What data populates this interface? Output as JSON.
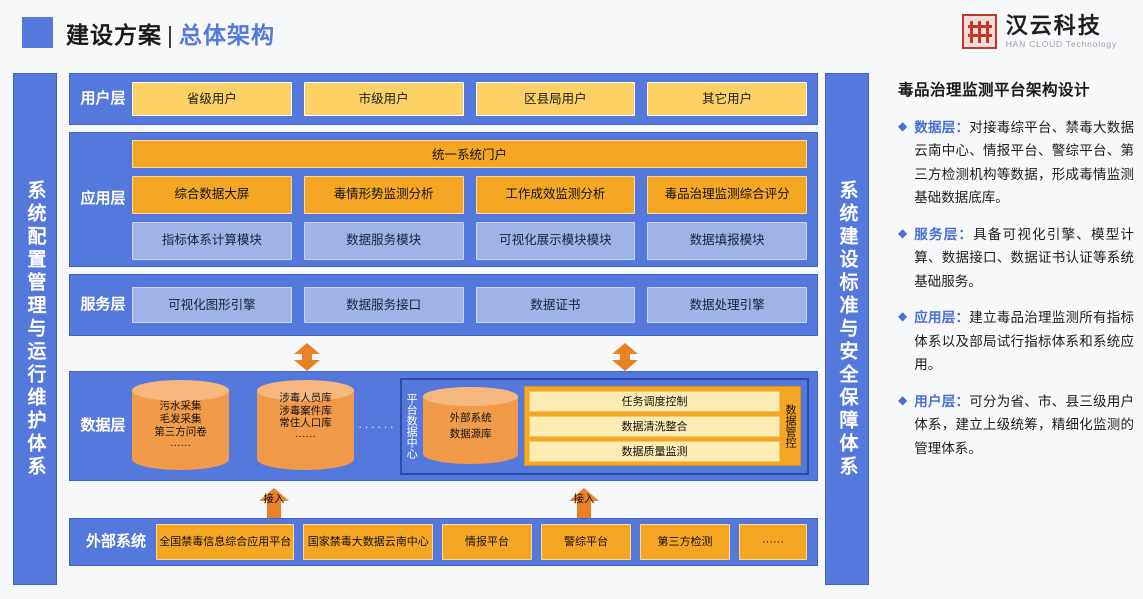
{
  "header": {
    "title_main": "建设方案",
    "separator": "|",
    "title_sub": "总体架构",
    "logo_cn": "汉云科技",
    "logo_en": "HAN CLOUD Technology"
  },
  "diagram": {
    "left_pillar": "系统配置管理与运行维护体系",
    "right_pillar": "系统建设标准与安全保障体系",
    "user_layer": {
      "label": "用户层",
      "items": [
        "省级用户",
        "市级用户",
        "区县局用户",
        "其它用户"
      ]
    },
    "app_layer": {
      "label": "应用层",
      "portal": "统一系统门户",
      "row1": [
        "综合数据大屏",
        "毒情形势监测分析",
        "工作成效监测分析",
        "毒品治理监测综合评分"
      ],
      "row2": [
        "指标体系计算模块",
        "数据服务模块",
        "可视化展示模块模块",
        "数据填报模块"
      ]
    },
    "service_layer": {
      "label": "服务层",
      "items": [
        "可视化图形引擎",
        "数据服务接口",
        "数据证书",
        "数据处理引擎"
      ]
    },
    "data_layer": {
      "label": "数据层",
      "cylinder1": "污水采集\n毛发采集\n第三方问卷\n······",
      "cylinder2": "涉毒人员库\n涉毒案件库\n常住人口库\n······",
      "ellipsis": "······",
      "platform_center_label": "平台数据中心",
      "external_source_db": "外部系统\n数据源库",
      "mgmt_label": "数据管控",
      "mgmt_items": [
        "任务调度控制",
        "数据清洗整合",
        "数据质量监测"
      ]
    },
    "external_layer": {
      "label": "外部系统",
      "items": [
        "全国禁毒信息综合应用平台",
        "国家禁毒大数据云南中心",
        "情报平台",
        "警综平台",
        "第三方检测",
        "······"
      ]
    },
    "access_arrow_label": "接入"
  },
  "notes": {
    "title": "毒品治理监测平台架构设计",
    "bullet_glyph": "◆",
    "items": [
      {
        "key": "数据层：",
        "body": "对接毒综平台、禁毒大数据云南中心、情报平台、警综平台、第三方检测机构等数据，形成毒情监测基础数据底库。"
      },
      {
        "key": "服务层：",
        "body": "具备可视化引擎、模型计算、数据接口、数据证书认证等系统基础服务。"
      },
      {
        "key": "应用层：",
        "body": "建立毒品治理监测所有指标体系以及部局试行指标体系和系统应用。"
      },
      {
        "key": "用户层：",
        "body": "可分为省、市、县三级用户体系，建立上级统筹，精细化监测的管理体系。"
      }
    ]
  },
  "colors": {
    "brand_blue": "#5578dd",
    "accent_orange": "#f5a623",
    "arrow_orange": "#ea8125",
    "yellow": "#fbd065",
    "light_blue": "#9fb4e6",
    "page_bg": "#f7f8fa",
    "logo_red": "#c0392b"
  }
}
